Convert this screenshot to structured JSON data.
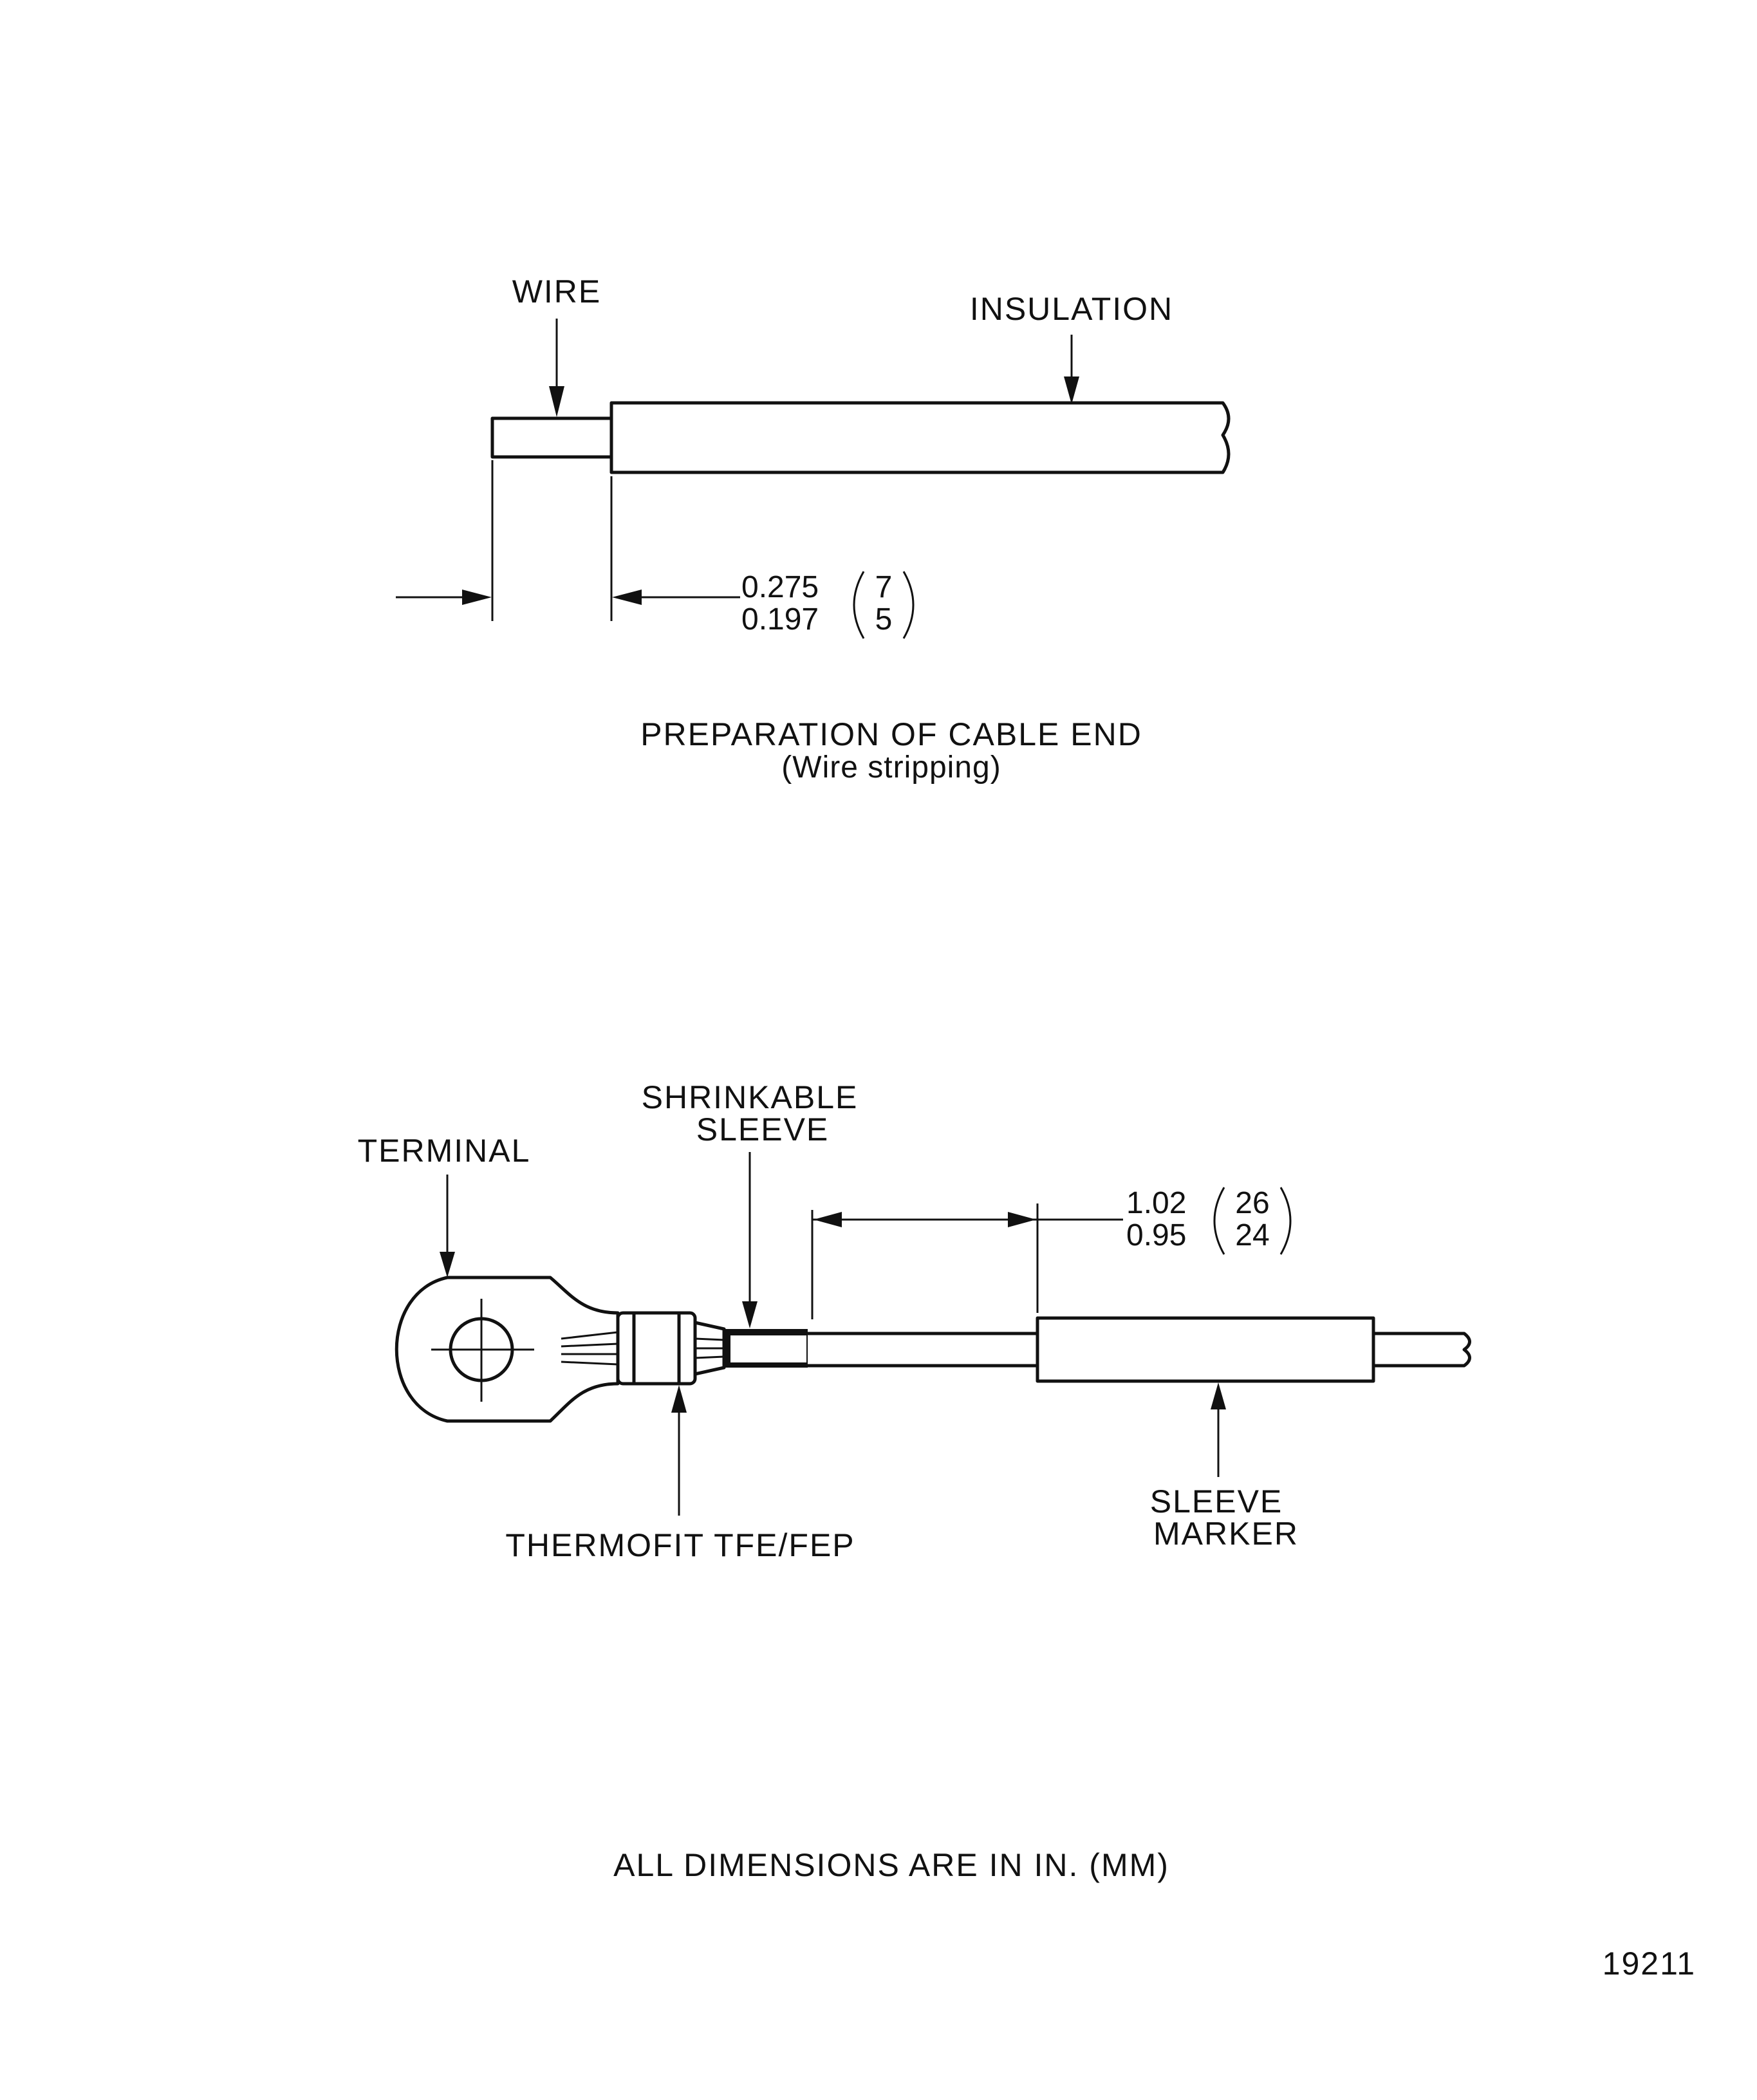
{
  "figure1": {
    "labels": {
      "wire": "WIRE",
      "insulation": "INSULATION"
    },
    "dimension": {
      "in_top": "0.275",
      "in_bottom": "0.197",
      "mm_top": "7",
      "mm_bottom": "5"
    },
    "caption": "PREPARATION OF CABLE END",
    "subcaption": "(Wire stripping)"
  },
  "figure2": {
    "labels": {
      "terminal": "TERMINAL",
      "shrinkable_line1": "SHRINKABLE",
      "shrinkable_line2": "SLEEVE",
      "thermofit": "THERMOFIT TFE/FEP",
      "sleeve_marker_line1": "SLEEVE",
      "sleeve_marker_line2": "MARKER"
    },
    "dimension": {
      "in_top": "1.02",
      "in_bottom": "0.95",
      "mm_top": "26",
      "mm_bottom": "24"
    }
  },
  "footer": {
    "note": "ALL DIMENSIONS ARE IN IN. (MM)",
    "figure_number": "19211"
  }
}
